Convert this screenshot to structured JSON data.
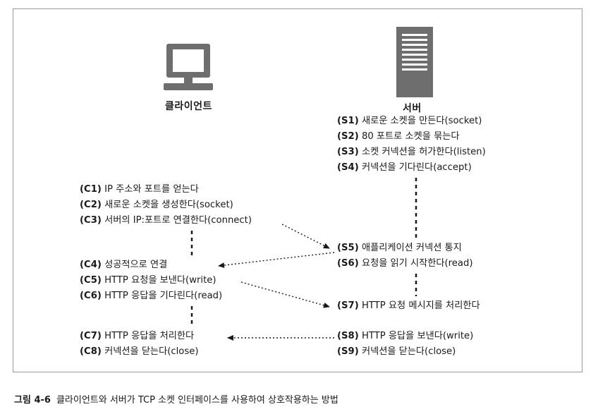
{
  "client": {
    "label": "클라이언트"
  },
  "server": {
    "label": "서버"
  },
  "server_steps": [
    {
      "code": "(S1)",
      "text": "새로운 소켓을 만든다(socket)"
    },
    {
      "code": "(S2)",
      "text": "80 포트로 소켓을 묶는다"
    },
    {
      "code": "(S3)",
      "text": "소켓 커넥션을 허가한다(listen)"
    },
    {
      "code": "(S4)",
      "text": "커넥션을 기다린다(accept)"
    },
    {
      "code": "(S5)",
      "text": "애플리케이션 커넥션 통지"
    },
    {
      "code": "(S6)",
      "text": "요청을 읽기 시작한다(read)"
    },
    {
      "code": "(S7)",
      "text": "HTTP 요청 메시지를 처리한다"
    },
    {
      "code": "(S8)",
      "text": "HTTP 응답을 보낸다(write)"
    },
    {
      "code": "(S9)",
      "text": "커넥션을 닫는다(close)"
    }
  ],
  "client_steps": [
    {
      "code": "(C1)",
      "text": "IP 주소와 포트를 얻는다"
    },
    {
      "code": "(C2)",
      "text": "새로운 소켓을 생성한다(socket)"
    },
    {
      "code": "(C3)",
      "text": "서버의 IP:포트로 연결한다(connect)"
    },
    {
      "code": "(C4)",
      "text": "성공적으로 연결"
    },
    {
      "code": "(C5)",
      "text": "HTTP 요청을 보낸다(write)"
    },
    {
      "code": "(C6)",
      "text": "HTTP 응답을 기다린다(read)"
    },
    {
      "code": "(C7)",
      "text": "HTTP 응답을 처리한다"
    },
    {
      "code": "(C8)",
      "text": "커넥션을 닫는다(close)"
    }
  ],
  "caption": {
    "number": "그림 4-6",
    "text": "클라이언트와 서버가 TCP 소켓 인터페이스를 사용하여 상호작용하는 방법"
  },
  "colors": {
    "ink": "#1a1a1a",
    "icon": "#6e6e6e",
    "border": "#9a9a9a"
  }
}
